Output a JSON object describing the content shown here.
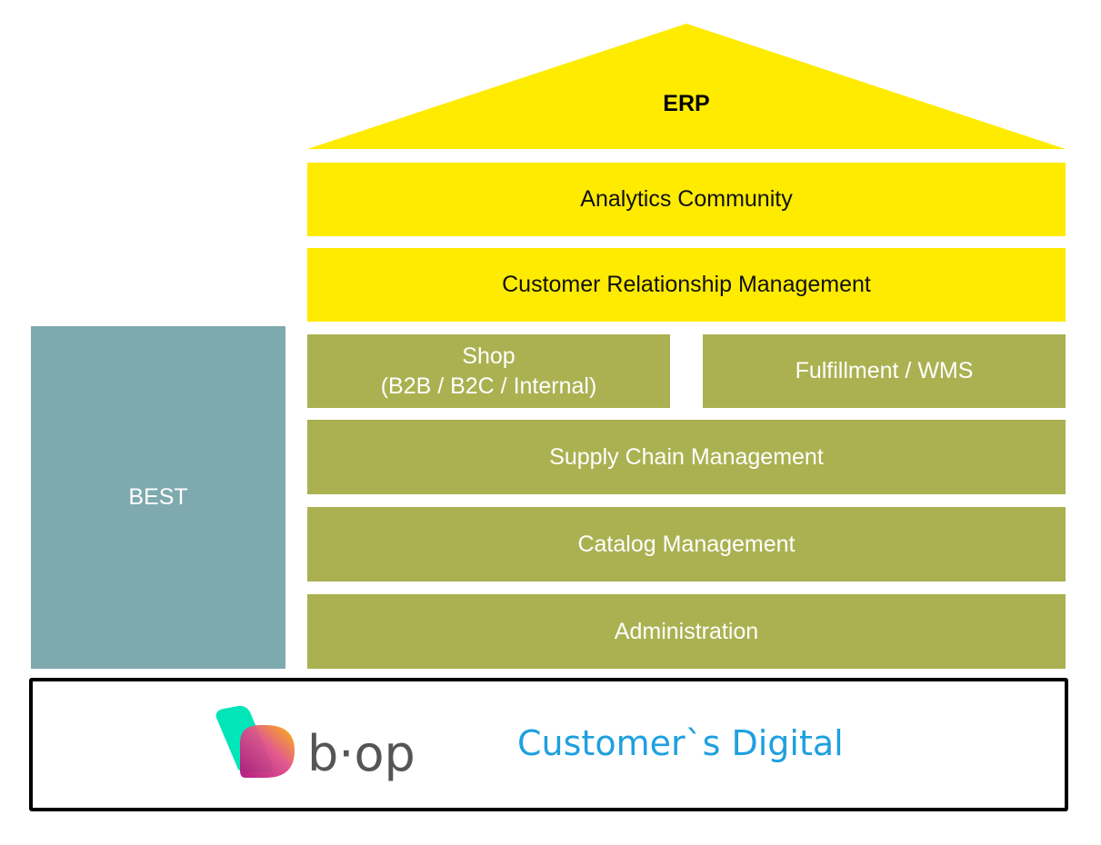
{
  "diagram": {
    "roof": {
      "label": "ERP"
    },
    "yellow_layers": [
      {
        "label": "Analytics Community"
      },
      {
        "label": "Customer Relationship Management"
      }
    ],
    "split_row": {
      "left": {
        "line1": "Shop",
        "line2": "(B2B / B2C / Internal)"
      },
      "right": {
        "label": "Fulfillment / WMS"
      }
    },
    "green_layers": [
      {
        "label": "Supply Chain Management"
      },
      {
        "label": "Catalog Management"
      },
      {
        "label": "Administration"
      }
    ],
    "side_pillar": {
      "label": "BEST"
    },
    "foundation": {
      "logo_text": "b·op",
      "label": "Customer`s Digital"
    },
    "colors": {
      "yellow": "#feeb00",
      "green": "#abb151",
      "teal": "#7eaaaf",
      "accent_blue": "#1fa0df"
    }
  }
}
